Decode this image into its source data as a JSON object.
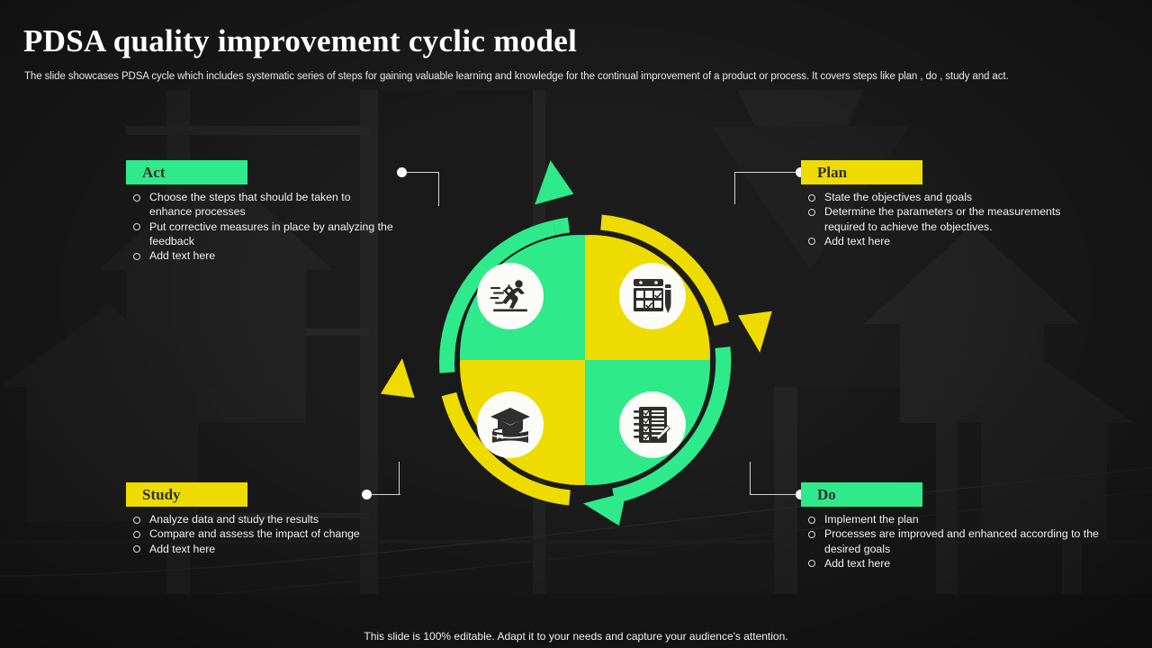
{
  "header": {
    "title": "PDSA quality improvement  cyclic model",
    "subtitle": "The slide showcases PDSA cycle which includes systematic series of steps for gaining valuable learning and knowledge for the continual improvement of a product or process. It covers steps like plan , do , study and act."
  },
  "colors": {
    "green": "#2fea8b",
    "yellow": "#eedc00",
    "background": "#1c1c1c",
    "connector": "#d4d4d4",
    "icon_circle": "#fbfbf7",
    "header_text": "#2e2e2e"
  },
  "blocks": [
    {
      "id": "act",
      "title": "Act",
      "accent": "green",
      "bullets": [
        "Choose the steps that should  be taken to enhance  processes",
        "Put corrective  measures  in place by analyzing  the feedback",
        "Add text here"
      ]
    },
    {
      "id": "plan",
      "title": "Plan",
      "accent": "yellow",
      "bullets": [
        "State the objectives  and  goals",
        "Determine  the parameters  or the measurements required  to achieve  the objectives.",
        "Add text here"
      ]
    },
    {
      "id": "study",
      "title": "Study",
      "accent": "yellow",
      "bullets": [
        "Analyze data and  study the results",
        "Compare  and  assess the impact of change",
        "Add text here"
      ]
    },
    {
      "id": "do",
      "title": "Do",
      "accent": "green",
      "bullets": [
        "Implement  the plan",
        "Processes are improved  and enhanced  according to the",
        "desired goals",
        "Add text here"
      ]
    }
  ],
  "diagram": {
    "quadrants": [
      {
        "id": "act",
        "position": "top-left",
        "color": "green",
        "icon": "running-person-icon"
      },
      {
        "id": "plan",
        "position": "top-right",
        "color": "yellow",
        "icon": "calendar-plan-icon"
      },
      {
        "id": "study",
        "position": "bottom-left",
        "color": "yellow",
        "icon": "graduation-books-icon"
      },
      {
        "id": "do",
        "position": "bottom-right",
        "color": "green",
        "icon": "checklist-pen-icon"
      }
    ],
    "arcs": [
      {
        "id": "arc-act-to-plan",
        "color": "green",
        "direction": "clockwise",
        "arrow": "right"
      },
      {
        "id": "arc-plan-to-do",
        "color": "yellow",
        "direction": "clockwise",
        "arrow": "down"
      },
      {
        "id": "arc-do-to-study",
        "color": "green",
        "direction": "clockwise",
        "arrow": "left"
      },
      {
        "id": "arc-study-to-act",
        "color": "yellow",
        "direction": "clockwise",
        "arrow": "up"
      }
    ]
  },
  "footer": {
    "note": "This slide is 100% editable. Adapt it to your needs and capture your audience's attention."
  }
}
